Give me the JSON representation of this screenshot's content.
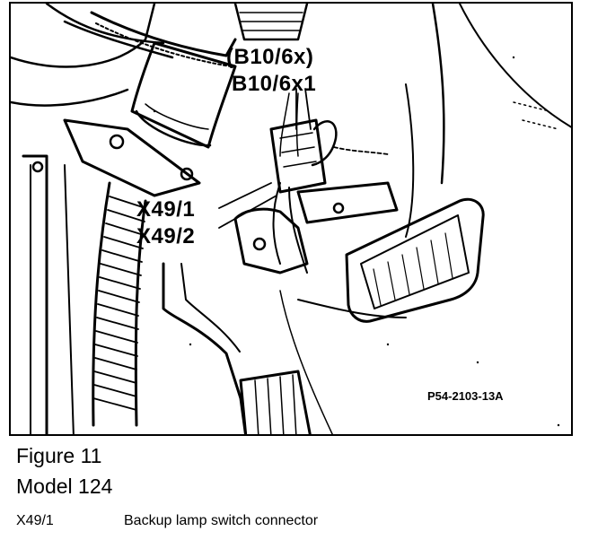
{
  "diagram": {
    "labels": {
      "b10_6x_paren": "(B10/6x)",
      "b10_6x1": "B10/6x1",
      "x49_1": "X49/1",
      "x49_2": "X49/2"
    },
    "reference_code": "P54-2103-13A"
  },
  "caption": {
    "figure": "Figure 11",
    "model": "Model 124"
  },
  "legend": [
    {
      "key": "X49/1",
      "value": "Backup lamp switch connector"
    }
  ]
}
